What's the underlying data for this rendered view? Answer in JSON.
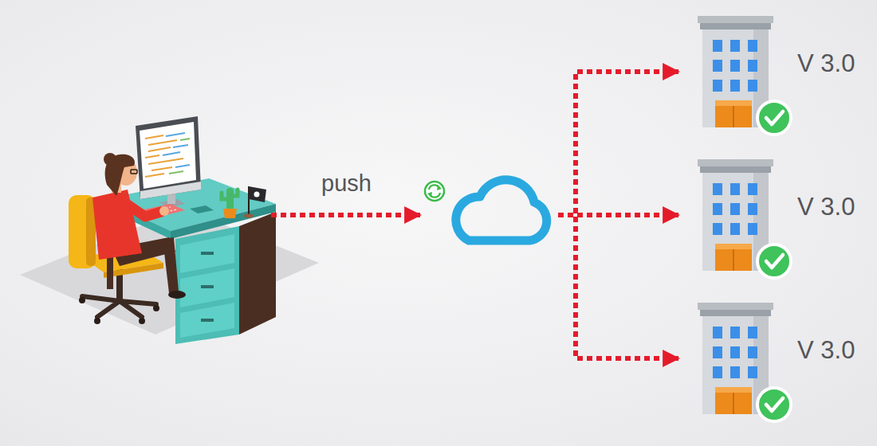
{
  "diagram": {
    "nodes": [
      {
        "text": []
      },
      {
        "text": []
      },
      {
        "text": [
          "V 3.0"
        ]
      },
      {
        "text": [
          "V 3.0"
        ]
      },
      {
        "text": [
          "V 3.0"
        ]
      }
    ],
    "edges": [
      {
        "from": 0,
        "to": 1,
        "label": "push",
        "arrow": "to"
      },
      {
        "from": 1,
        "to": 2,
        "arrow": "to"
      },
      {
        "from": 1,
        "to": 3,
        "arrow": "to"
      },
      {
        "from": 1,
        "to": 4,
        "arrow": "to"
      }
    ]
  }
}
